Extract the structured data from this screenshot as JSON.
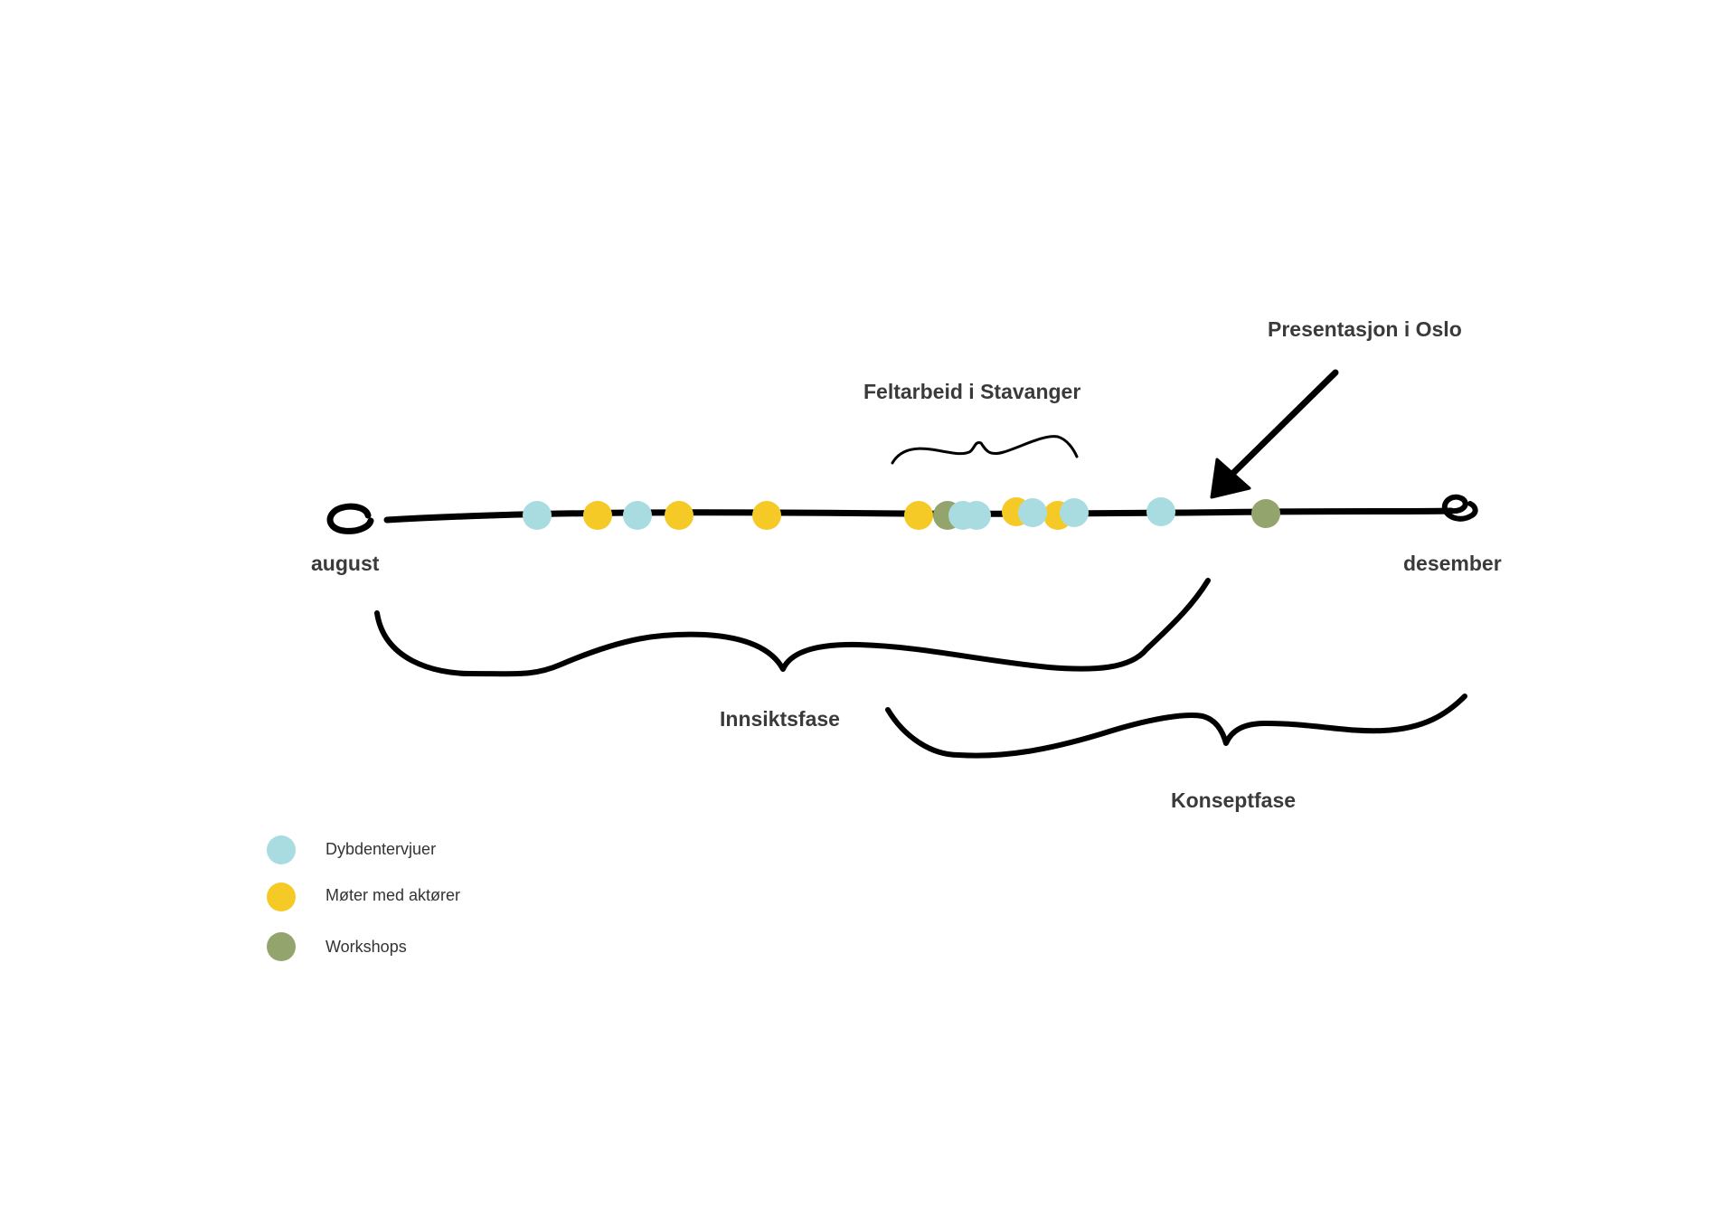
{
  "labels": {
    "start": "august",
    "end": "desember",
    "fieldwork": "Feltarbeid i Stavanger",
    "presentation": "Presentasjon i Oslo",
    "phase1": "Innsiktsfase",
    "phase2": "Konseptfase"
  },
  "colors": {
    "interview": "#a9dce0",
    "meeting": "#f5c926",
    "workshop": "#93a56d"
  },
  "legend": [
    {
      "key": "interview",
      "label": "Dybdentervjuer"
    },
    {
      "key": "meeting",
      "label": "Møter med aktører"
    },
    {
      "key": "workshop",
      "label": "Workshops"
    }
  ],
  "events_order": [
    "interview",
    "meeting",
    "interview",
    "meeting",
    "meeting",
    "meeting",
    "workshop",
    "interview",
    "interview",
    "meeting",
    "meeting",
    "interview",
    "interview",
    "interview",
    "workshop"
  ]
}
